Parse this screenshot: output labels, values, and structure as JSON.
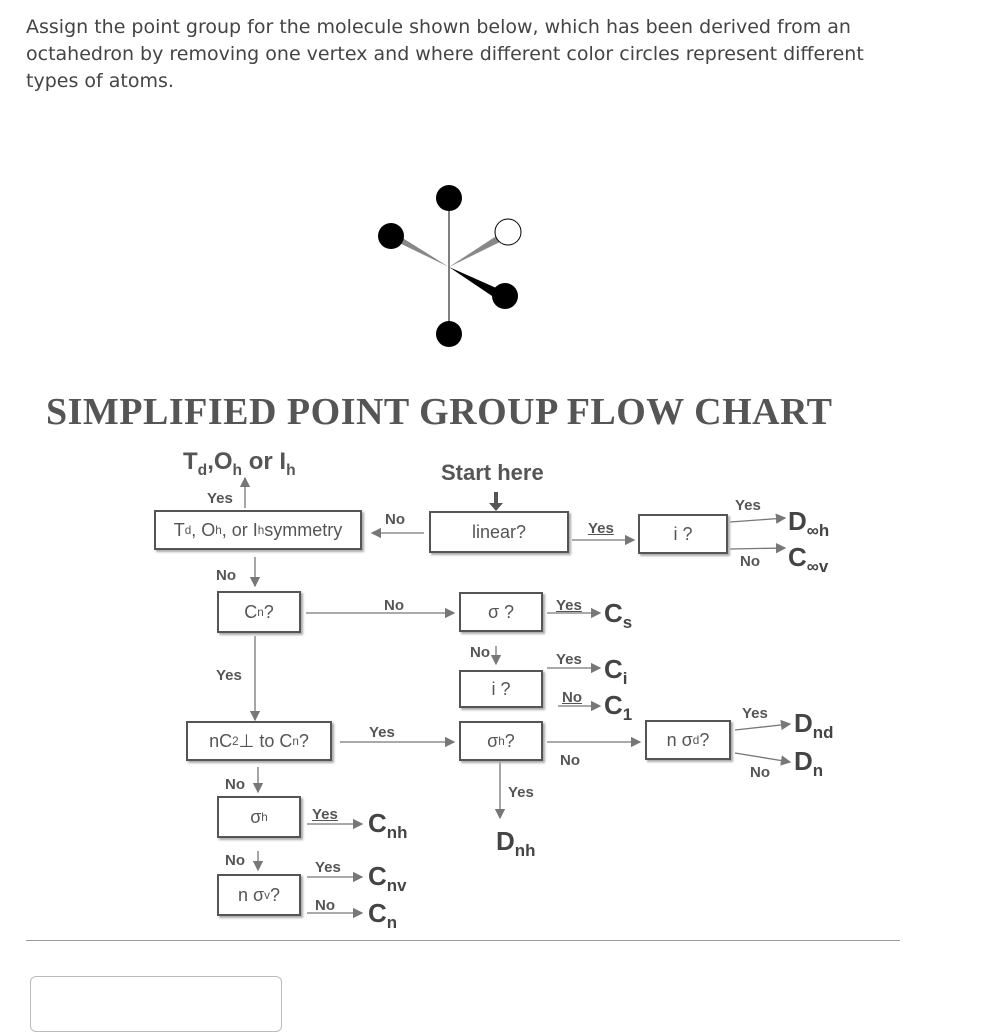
{
  "question": {
    "text": "Assign the point group for the molecule shown below, which has been derived from an octahedron by removing one vertex and where different color circles represent different types of atoms."
  },
  "flowchart": {
    "title": "SIMPLIFIED POINT GROUP FLOW CHART",
    "start": "Start here",
    "top_result": {
      "main": "T",
      "s1": "d",
      "mid": ",O",
      "s2": "h",
      "tail": " or I",
      "s3": "h"
    },
    "boxes": {
      "tdoh": {
        "pre": "T",
        "s1": "d",
        "mid1": ", O",
        "s2": "h",
        "mid2": ", or I",
        "s3": "h",
        "post": " symmetry"
      },
      "linear": "linear?",
      "i_top": "i ?",
      "cn": {
        "pre": "C",
        "sub": "n",
        "post": "?"
      },
      "sigma": "σ ?",
      "i_mid": "i ?",
      "nc2": {
        "pre": "nC",
        "sub": "2",
        "mid": " ⊥ to C",
        "sub2": "n",
        "post": " ?"
      },
      "sigma_h": {
        "pre": "σ",
        "sub": "h",
        "post": " ?"
      },
      "n_sigma_d": {
        "pre": "n σ",
        "sub": "d",
        "post": " ?"
      },
      "sigma_h_low": {
        "pre": "σ",
        "sub": "h"
      },
      "n_sigma_v": {
        "pre": "n σ",
        "sub": "v",
        "post": "?"
      }
    },
    "results": {
      "dinfh": {
        "main": "D",
        "sub": "∞h"
      },
      "cinfv": {
        "main": "C",
        "sub": "∞v"
      },
      "cs": {
        "main": "C",
        "sub": "s"
      },
      "ci": {
        "main": "C",
        "sub": "i"
      },
      "c1": {
        "main": "C",
        "sub": "1"
      },
      "dnd": {
        "main": "D",
        "sub": "nd"
      },
      "dn": {
        "main": "D",
        "sub": "n"
      },
      "dnh": {
        "main": "D",
        "sub": "nh"
      },
      "cnh": {
        "main": "C",
        "sub": "nh"
      },
      "cnv": {
        "main": "C",
        "sub": "nv"
      },
      "cn": {
        "main": "C",
        "sub": "n"
      }
    },
    "labels": {
      "yes": "Yes",
      "no": "No"
    }
  },
  "answer": {
    "value": ""
  },
  "colors": {
    "atom": "#000000",
    "atom_light": "#ffffff",
    "text": "#555555",
    "box_border": "#555555"
  }
}
